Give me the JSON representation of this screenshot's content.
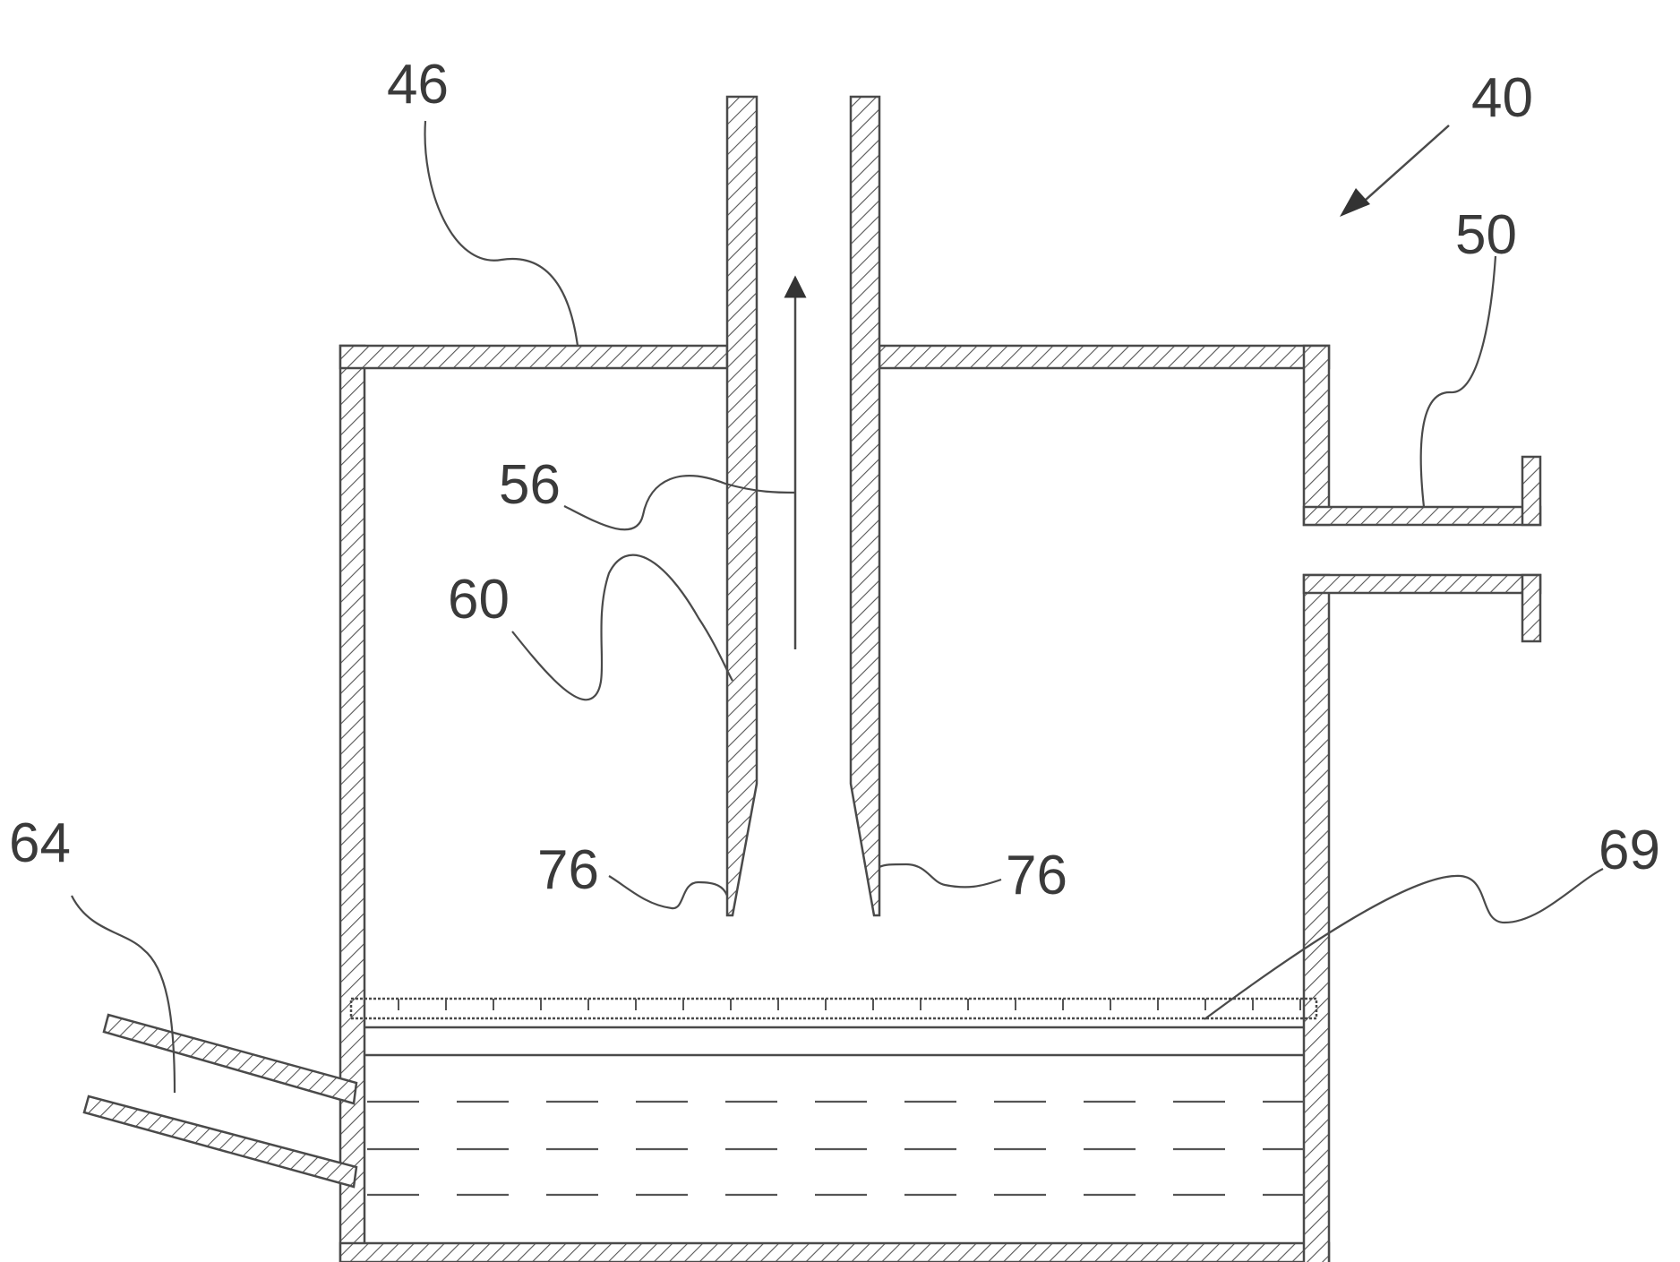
{
  "figure": {
    "labels": {
      "apparatus": "40",
      "housing_top": "46",
      "outlet": "50",
      "flow": "56",
      "tube_wall": "60",
      "inlet": "64",
      "grid": "69",
      "tip_left": "76",
      "tip_right": "76"
    },
    "colors": {
      "line": "#4a4a4a",
      "background": "#ffffff"
    }
  }
}
